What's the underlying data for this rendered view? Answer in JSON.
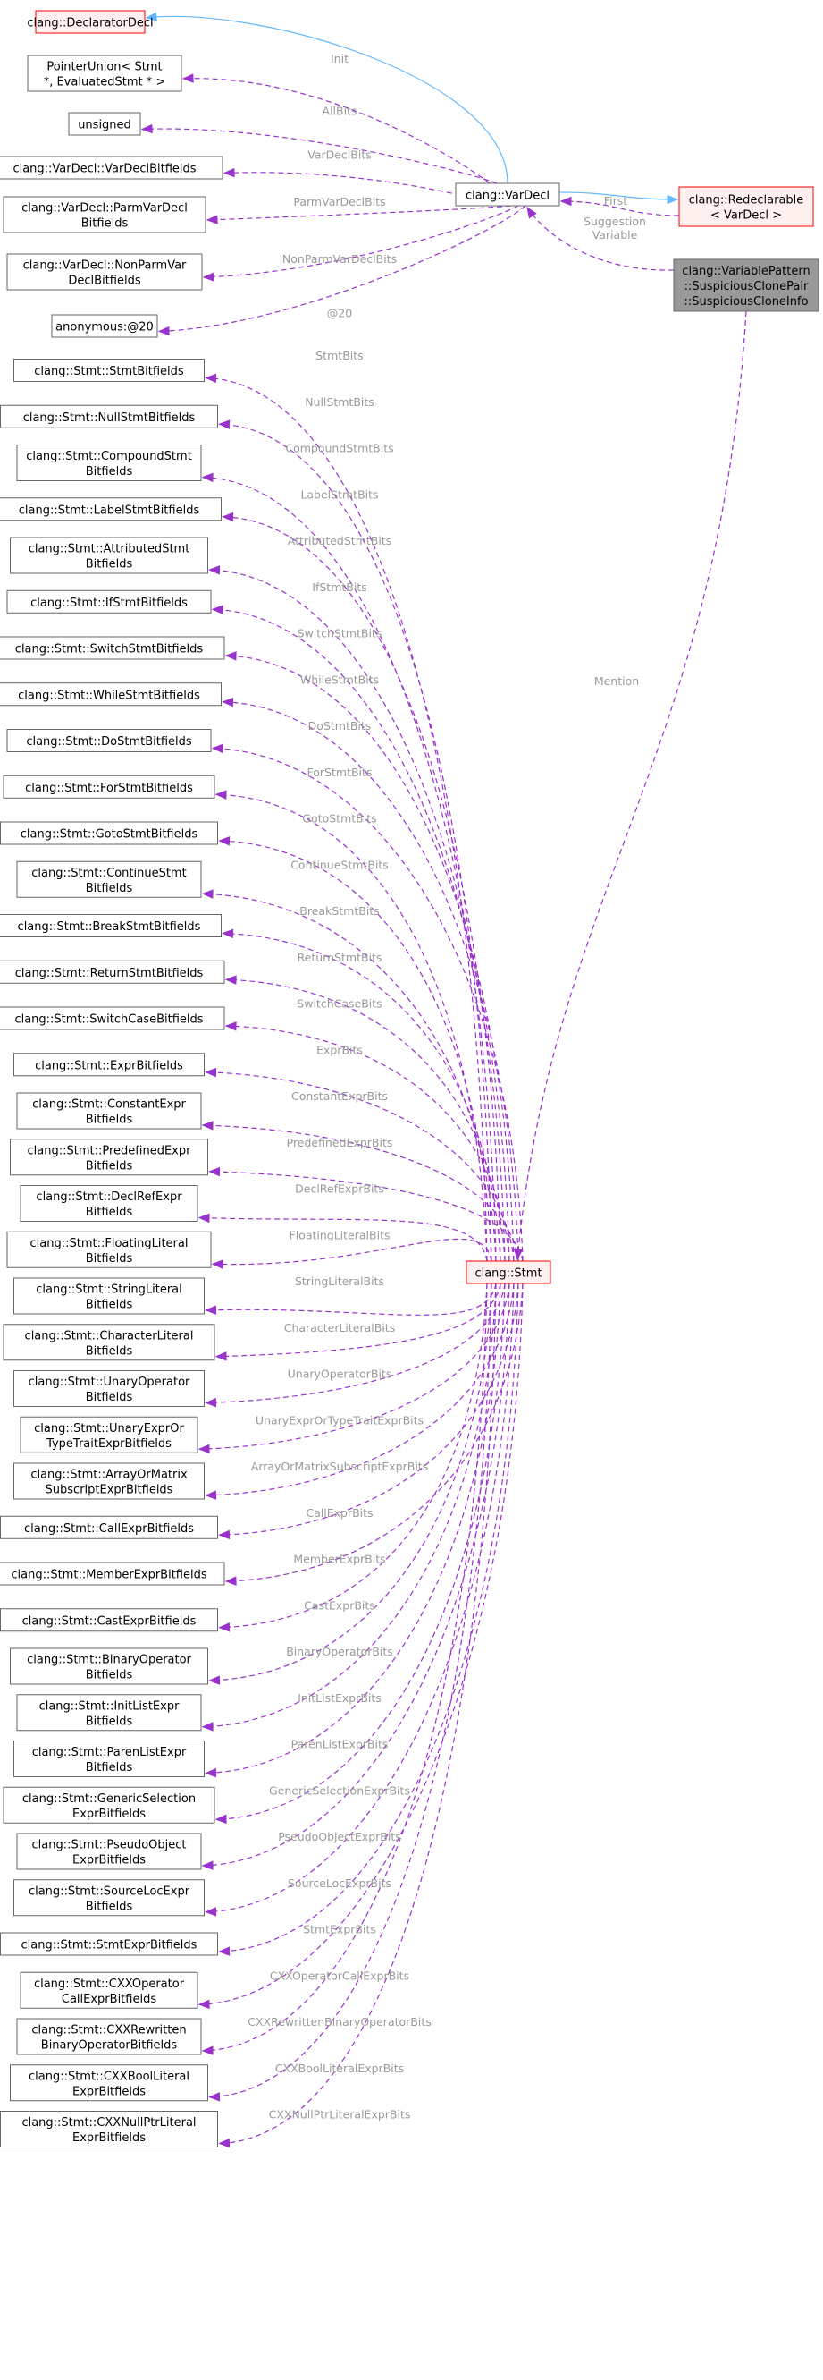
{
  "main_nodes": {
    "declarator": {
      "label": [
        "clang::DeclaratorDecl"
      ],
      "style": "red"
    },
    "vardecl": {
      "label": [
        "clang::VarDecl"
      ],
      "style": "plain"
    },
    "redecl": {
      "label": [
        "clang::Redeclarable",
        "< VarDecl >"
      ],
      "style": "red"
    },
    "suspicious": {
      "label": [
        "clang::VariablePattern",
        "::SuspiciousClonePair",
        "::SuspiciousCloneInfo"
      ],
      "style": "focus"
    },
    "stmt": {
      "label": [
        "clang::Stmt"
      ],
      "style": "red"
    }
  },
  "vardecl_members": [
    {
      "label": [
        "PointerUnion< Stmt",
        "*, EvaluatedStmt * >"
      ],
      "edge": "Init"
    },
    {
      "label": [
        "unsigned"
      ],
      "edge": "AllBits"
    },
    {
      "label": [
        "clang::VarDecl::VarDeclBitfields"
      ],
      "edge": "VarDeclBits"
    },
    {
      "label": [
        "clang::VarDecl::ParmVarDecl",
        "Bitfields"
      ],
      "edge": "ParmVarDeclBits"
    },
    {
      "label": [
        "clang::VarDecl::NonParmVar",
        "DeclBitfields"
      ],
      "edge": "NonParmVarDeclBits"
    },
    {
      "label": [
        "anonymous:@20"
      ],
      "edge": "@20"
    }
  ],
  "stmt_members": [
    {
      "label": [
        "clang::Stmt::StmtBitfields"
      ],
      "edge": "StmtBits"
    },
    {
      "label": [
        "clang::Stmt::NullStmtBitfields"
      ],
      "edge": "NullStmtBits"
    },
    {
      "label": [
        "clang::Stmt::CompoundStmt",
        "Bitfields"
      ],
      "edge": "CompoundStmtBits"
    },
    {
      "label": [
        "clang::Stmt::LabelStmtBitfields"
      ],
      "edge": "LabelStmtBits"
    },
    {
      "label": [
        "clang::Stmt::AttributedStmt",
        "Bitfields"
      ],
      "edge": "AttributedStmtBits"
    },
    {
      "label": [
        "clang::Stmt::IfStmtBitfields"
      ],
      "edge": "IfStmtBits"
    },
    {
      "label": [
        "clang::Stmt::SwitchStmtBitfields"
      ],
      "edge": "SwitchStmtBits"
    },
    {
      "label": [
        "clang::Stmt::WhileStmtBitfields"
      ],
      "edge": "WhileStmtBits"
    },
    {
      "label": [
        "clang::Stmt::DoStmtBitfields"
      ],
      "edge": "DoStmtBits"
    },
    {
      "label": [
        "clang::Stmt::ForStmtBitfields"
      ],
      "edge": "ForStmtBits"
    },
    {
      "label": [
        "clang::Stmt::GotoStmtBitfields"
      ],
      "edge": "GotoStmtBits"
    },
    {
      "label": [
        "clang::Stmt::ContinueStmt",
        "Bitfields"
      ],
      "edge": "ContinueStmtBits"
    },
    {
      "label": [
        "clang::Stmt::BreakStmtBitfields"
      ],
      "edge": "BreakStmtBits"
    },
    {
      "label": [
        "clang::Stmt::ReturnStmtBitfields"
      ],
      "edge": "ReturnStmtBits"
    },
    {
      "label": [
        "clang::Stmt::SwitchCaseBitfields"
      ],
      "edge": "SwitchCaseBits"
    },
    {
      "label": [
        "clang::Stmt::ExprBitfields"
      ],
      "edge": "ExprBits"
    },
    {
      "label": [
        "clang::Stmt::ConstantExpr",
        "Bitfields"
      ],
      "edge": "ConstantExprBits"
    },
    {
      "label": [
        "clang::Stmt::PredefinedExpr",
        "Bitfields"
      ],
      "edge": "PredefinedExprBits"
    },
    {
      "label": [
        "clang::Stmt::DeclRefExpr",
        "Bitfields"
      ],
      "edge": "DeclRefExprBits"
    },
    {
      "label": [
        "clang::Stmt::FloatingLiteral",
        "Bitfields"
      ],
      "edge": "FloatingLiteralBits"
    },
    {
      "label": [
        "clang::Stmt::StringLiteral",
        "Bitfields"
      ],
      "edge": "StringLiteralBits"
    },
    {
      "label": [
        "clang::Stmt::CharacterLiteral",
        "Bitfields"
      ],
      "edge": "CharacterLiteralBits"
    },
    {
      "label": [
        "clang::Stmt::UnaryOperator",
        "Bitfields"
      ],
      "edge": "UnaryOperatorBits"
    },
    {
      "label": [
        "clang::Stmt::UnaryExprOr",
        "TypeTraitExprBitfields"
      ],
      "edge": "UnaryExprOrTypeTraitExprBits"
    },
    {
      "label": [
        "clang::Stmt::ArrayOrMatrix",
        "SubscriptExprBitfields"
      ],
      "edge": "ArrayOrMatrixSubscriptExprBits"
    },
    {
      "label": [
        "clang::Stmt::CallExprBitfields"
      ],
      "edge": "CallExprBits"
    },
    {
      "label": [
        "clang::Stmt::MemberExprBitfields"
      ],
      "edge": "MemberExprBits"
    },
    {
      "label": [
        "clang::Stmt::CastExprBitfields"
      ],
      "edge": "CastExprBits"
    },
    {
      "label": [
        "clang::Stmt::BinaryOperator",
        "Bitfields"
      ],
      "edge": "BinaryOperatorBits"
    },
    {
      "label": [
        "clang::Stmt::InitListExpr",
        "Bitfields"
      ],
      "edge": "InitListExprBits"
    },
    {
      "label": [
        "clang::Stmt::ParenListExpr",
        "Bitfields"
      ],
      "edge": "ParenListExprBits"
    },
    {
      "label": [
        "clang::Stmt::GenericSelection",
        "ExprBitfields"
      ],
      "edge": "GenericSelectionExprBits"
    },
    {
      "label": [
        "clang::Stmt::PseudoObject",
        "ExprBitfields"
      ],
      "edge": "PseudoObjectExprBits"
    },
    {
      "label": [
        "clang::Stmt::SourceLocExpr",
        "Bitfields"
      ],
      "edge": "SourceLocExprBits"
    },
    {
      "label": [
        "clang::Stmt::StmtExprBitfields"
      ],
      "edge": "StmtExprBits"
    },
    {
      "label": [
        "clang::Stmt::CXXOperator",
        "CallExprBitfields"
      ],
      "edge": "CXXOperatorCallExprBits"
    },
    {
      "label": [
        "clang::Stmt::CXXRewritten",
        "BinaryOperatorBitfields"
      ],
      "edge": "CXXRewrittenBinaryOperatorBits"
    },
    {
      "label": [
        "clang::Stmt::CXXBoolLiteral",
        "ExprBitfields"
      ],
      "edge": "CXXBoolLiteralExprBits"
    },
    {
      "label": [
        "clang::Stmt::CXXNullPtrLiteral",
        "ExprBitfields"
      ],
      "edge": "CXXNullPtrLiteralExprBits"
    }
  ],
  "other_edges": {
    "first": "First",
    "suggestion": [
      "Suggestion",
      "Variable"
    ],
    "mention": "Mention"
  }
}
